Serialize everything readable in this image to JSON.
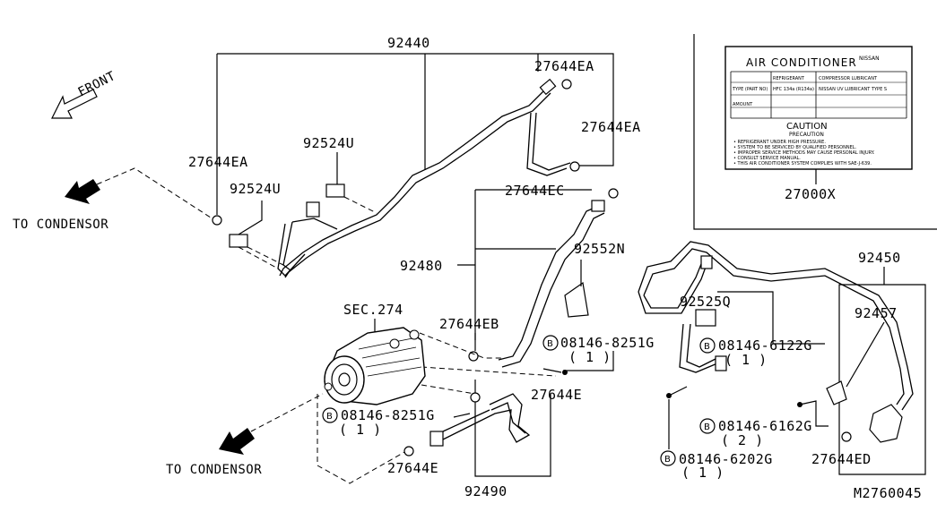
{
  "diagram_id": "M2760045",
  "labels": {
    "front": "FRONT",
    "to_condensor_top": "TO CONDENSOR",
    "to_condensor_bottom": "TO CONDENSOR",
    "sec_274": "SEC.274"
  },
  "parts": {
    "p92440": "92440",
    "p27644EA_top": "27644EA",
    "p27644EA_right": "27644EA",
    "p27644EA_left": "27644EA",
    "p92524U_upper": "92524U",
    "p92524U_lower": "92524U",
    "p27644EC": "27644EC",
    "p92552N": "92552N",
    "p92480": "92480",
    "p27644EB": "27644EB",
    "p08146_8251G_upper": "08146-8251G",
    "p08146_8251G_upper_qty": "( 1 )",
    "p27644E_upper": "27644E",
    "p08146_8251G_lower": "08146-8251G",
    "p08146_8251G_lower_qty": "( 1 )",
    "p27644E_lower": "27644E",
    "p92490": "92490",
    "p27000X": "27000X",
    "p92450": "92450",
    "p92457": "92457",
    "p92525Q": "92525Q",
    "p08146_6122G": "08146-6122G",
    "p08146_6122G_qty": "( 1 )",
    "p08146_6162G": "08146-6162G",
    "p08146_6162G_qty": "( 2 )",
    "p08146_6202G": "08146-6202G",
    "p08146_6202G_qty": "( 1 )",
    "p27644ED": "27644ED",
    "bolt_symbol": "B"
  },
  "ac_label": {
    "title": "AIR CONDITIONER",
    "brand": "NISSAN",
    "col_refrigerant": "REFRIGERANT",
    "col_lubricant": "COMPRESSOR LUBRICANT",
    "refrigerant_type": "HFC 134a (R134a)",
    "lubricant_type": "NISSAN UV LUBRICANT TYPE S",
    "row_type": "TYPE (PART NO)",
    "row_amount": "AMOUNT",
    "caution": "CAUTION",
    "precaution": "PRECAUTION",
    "line1": "• REFRIGERANT UNDER HIGH PRESSURE.",
    "line2": "• SYSTEM TO BE SERVICED BY QUALIFIED PERSONNEL.",
    "line3": "• IMPROPER SERVICE METHODS MAY CAUSE PERSONAL INJURY.",
    "line4": "• CONSULT SERVICE MANUAL.",
    "line5": "• THIS AIR CONDITIONER SYSTEM COMPLIES WITH SAE-J-639."
  }
}
